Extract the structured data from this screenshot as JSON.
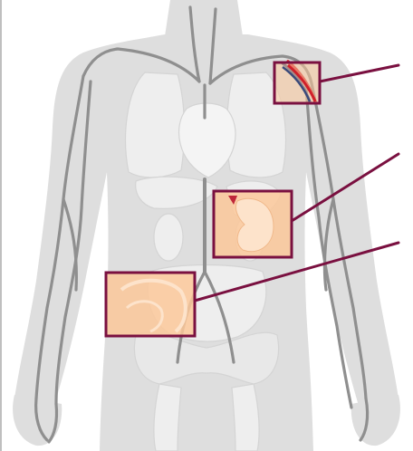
{
  "figure": {
    "subject": "human-torso-venous-anatomy",
    "highlight_fill": "#fbc89a",
    "highlight_border": "#7a1040",
    "leader_line_color": "#7a1040",
    "body_color": "#dedede",
    "vein_color": "#8f8f8f",
    "organ_color": "#eeeeee",
    "artery_color": "#d0202a",
    "vein_accent_color": "#3a4a7a"
  },
  "callouts": [
    {
      "id": "upper-arm-vein",
      "icon": "vessel-detail"
    },
    {
      "id": "liver-kidney-region",
      "icon": "organ-detail"
    },
    {
      "id": "lower-abdomen-region",
      "icon": "organ-detail"
    }
  ]
}
